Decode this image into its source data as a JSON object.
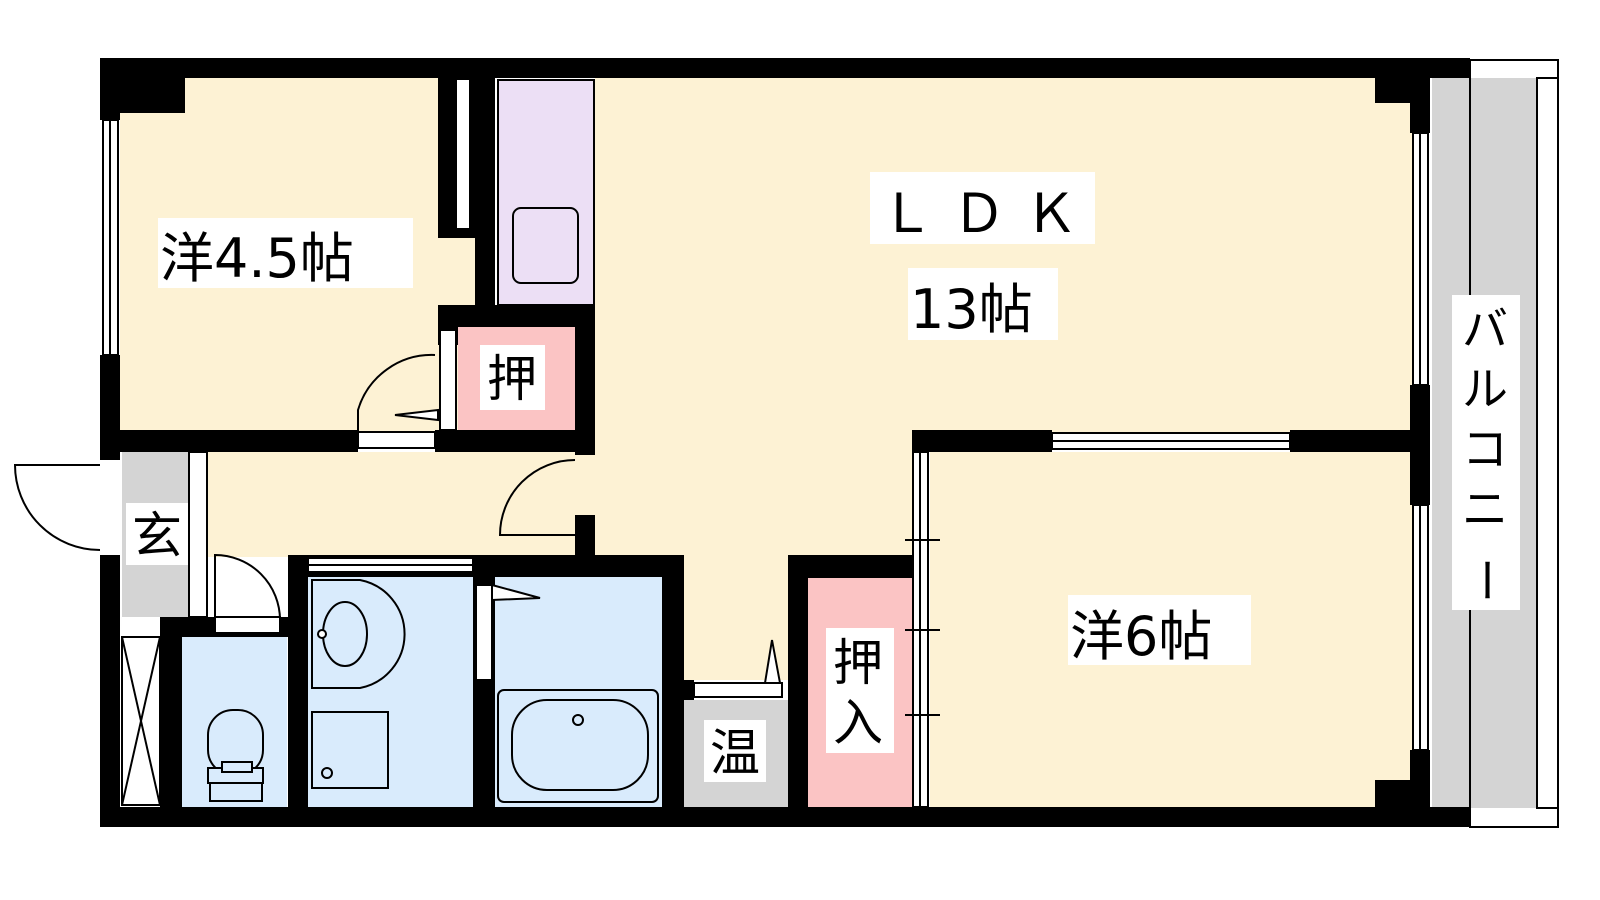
{
  "rooms": {
    "western_small": {
      "label": "洋4.5帖",
      "color": "#fdf2d4"
    },
    "ldk": {
      "label_line1": "ＬＤＫ",
      "label_line2": "13帖",
      "color": "#fdf2d4"
    },
    "western_large": {
      "label": "洋6帖",
      "color": "#fdf2d4"
    },
    "closet_small": {
      "label": "押",
      "color": "#fbc4c4"
    },
    "closet_large": {
      "label_line1": "押",
      "label_line2": "入",
      "color": "#fbc4c4"
    },
    "entrance": {
      "label": "玄",
      "color": "#d4d4d4"
    },
    "water_heater": {
      "label": "温",
      "color": "#d4d4d4"
    },
    "balcony": {
      "label_chars": [
        "バ",
        "ル",
        "コ",
        "ニ",
        "ー"
      ],
      "color": "#d4d4d4"
    },
    "kitchen": {
      "color": "#ecdff5"
    },
    "wet_area": {
      "color": "#d9ebfc"
    }
  },
  "colors": {
    "wall": "#000000",
    "background": "#ffffff"
  }
}
